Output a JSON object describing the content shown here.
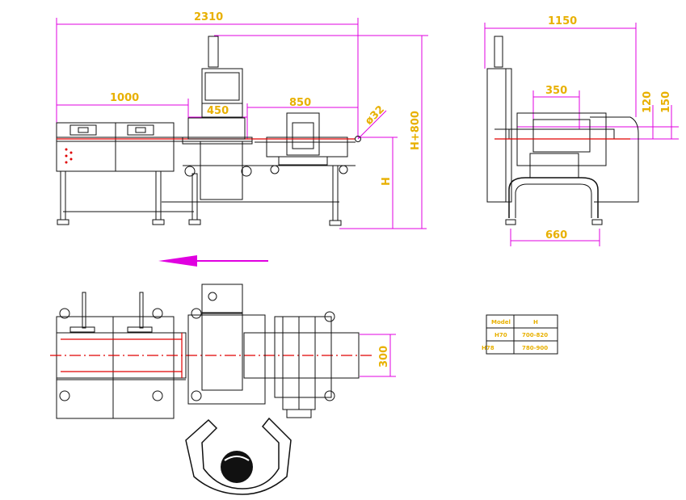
{
  "front_view": {
    "dim_overall_length": "2310",
    "dim_infeed": "1000",
    "dim_detector": "450",
    "dim_outfeed": "850",
    "dim_roller": "ø32",
    "dim_height": "H",
    "dim_total_height": "H+800"
  },
  "side_view": {
    "dim_width": "1150",
    "dim_aperture": "350",
    "dim_base": "660",
    "dim_120": "120",
    "dim_150": "150"
  },
  "top_view": {
    "dim_belt_width": "300"
  },
  "spec_table": {
    "headers": [
      "Model",
      "H"
    ],
    "rows": [
      [
        "H70",
        "700-820"
      ],
      [
        "H78",
        "780-900"
      ]
    ]
  },
  "colors": {
    "dimension_line": "#e000e0",
    "dimension_text": "#e8b000",
    "centerline": "#e00000",
    "outline": "#111111"
  }
}
